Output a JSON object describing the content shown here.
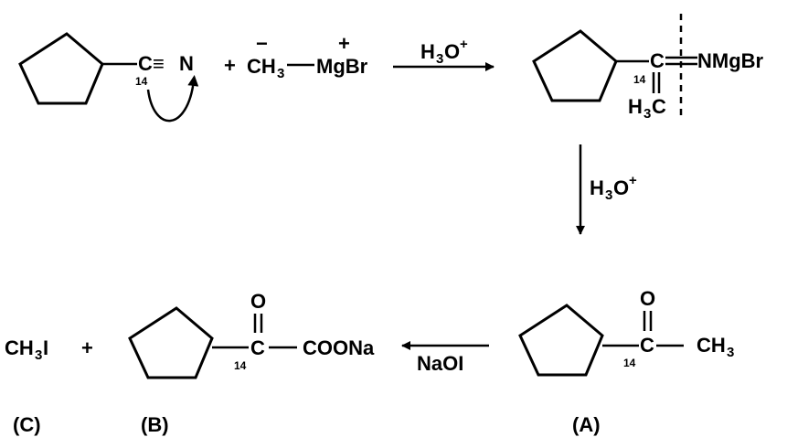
{
  "reactant": {
    "carbon": "C",
    "isotope": "14",
    "triple_bond": "≡",
    "nitrogen": "N"
  },
  "plus_1": "+",
  "reagent": {
    "minus_charge": "−",
    "plus_charge": "+",
    "ch": "CH",
    "sub3": "3",
    "mgbr": "MgBr"
  },
  "arrow1": {
    "h": "H",
    "sub3": "3",
    "o": "O",
    "sup": "+"
  },
  "intermediate": {
    "carbon": "C",
    "isotope": "14",
    "nmgbr": "NMgBr",
    "h": "H",
    "sub3": "3",
    "c": "C"
  },
  "arrow2": {
    "h": "H",
    "sub3": "3",
    "o": "O",
    "sup": "+"
  },
  "product_a": {
    "oxygen": "O",
    "carbon": "C",
    "isotope": "14",
    "ch": "CH",
    "sub3": "3",
    "label": "(A)"
  },
  "arrow3": {
    "reagent": "NaOI"
  },
  "product_b": {
    "oxygen": "O",
    "carbon": "C",
    "isotope": "14",
    "coona": "COONa",
    "label": "(B)"
  },
  "plus_2": "+",
  "product_c": {
    "ch": "CH",
    "sub3": "3",
    "i": "I",
    "label": "(C)"
  }
}
